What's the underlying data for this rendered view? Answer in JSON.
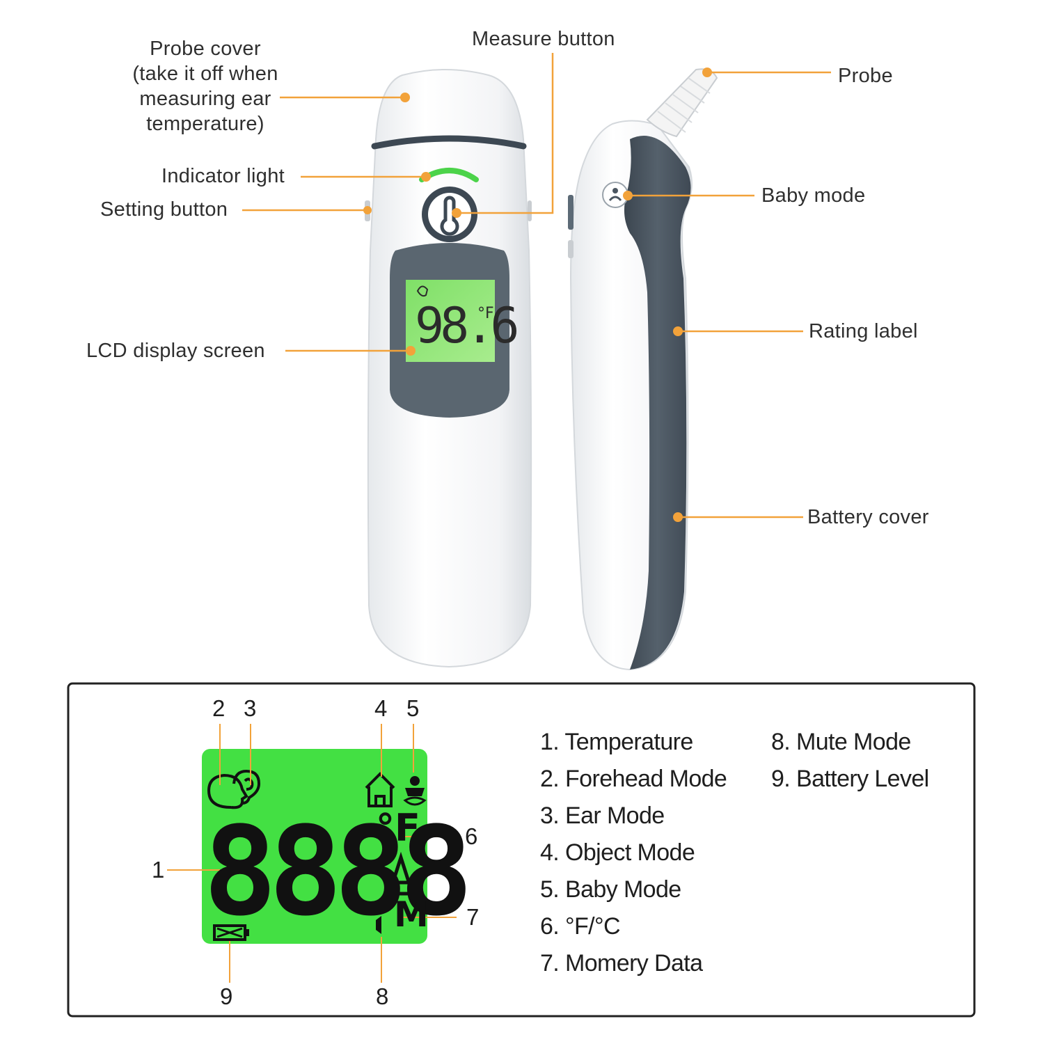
{
  "device_labels": {
    "probe_cover": [
      "Probe cover",
      "(take it off when",
      "measuring ear",
      "temperature)"
    ],
    "measure_button": "Measure button",
    "probe": "Probe",
    "indicator_light": "Indicator light",
    "setting_button": "Setting button",
    "baby_mode": "Baby mode",
    "lcd_display_screen": "LCD display screen",
    "rating_label": "Rating label",
    "battery_cover": "Battery cover"
  },
  "device_display": {
    "reading": "98.6",
    "unit": "°F"
  },
  "lcd_panel": {
    "digits": "8888",
    "unit_symbol": "°",
    "unit_letter": "F",
    "memory_symbol": "M",
    "callout_numbers": [
      "1",
      "2",
      "3",
      "4",
      "5",
      "6",
      "7",
      "8",
      "9"
    ]
  },
  "legend": {
    "left_column": [
      "1. Temperature",
      "2. Forehead Mode",
      "3. Ear Mode",
      "4. Object Mode",
      "5. Baby Mode",
      "6. °F/°C",
      "7. Momery Data"
    ],
    "right_column": [
      "8. Mute Mode",
      "9. Battery Level"
    ]
  },
  "colors": {
    "leader_line": "#f2a23a",
    "body_white": "#f4f5f6",
    "body_slate": "#4a5560",
    "lcd_green": "#43e043",
    "indicator_green": "#4cd34a"
  }
}
